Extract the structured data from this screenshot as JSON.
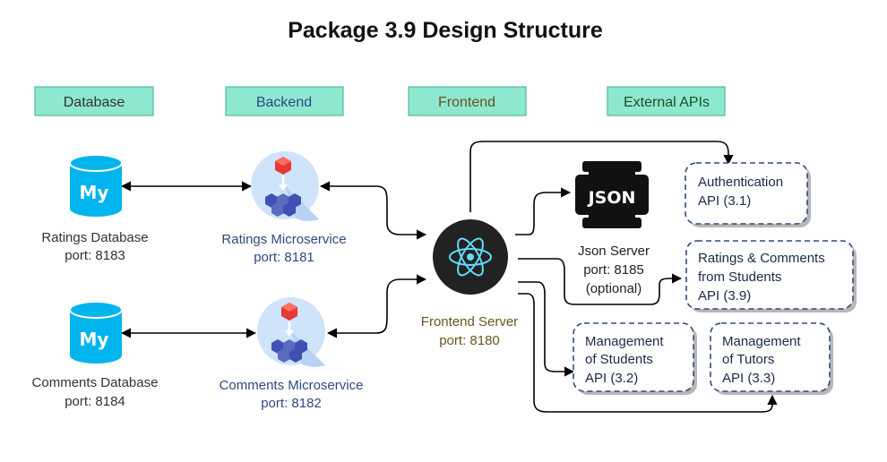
{
  "title": "Package 3.9 Design Structure",
  "headers": {
    "database": "Database",
    "backend": "Backend",
    "frontend": "Frontend",
    "external": "External APIs"
  },
  "colors": {
    "header_fill": "#8de8cf",
    "database_text": "#333333",
    "backend_text": "#2e4a7f",
    "frontend_text": "#6b5420",
    "external_text": "#1e4d2b",
    "mysql_blue": "#00b4ee",
    "react_bg": "#222222",
    "react_accent": "#61dafb",
    "microservice_circle": "#cfe3fb",
    "api_border": "#2f4a80"
  },
  "nodes": {
    "ratings_db": {
      "icon": "mysql-database-icon",
      "icon_text": "My",
      "line1": "Ratings Database",
      "line2": "port: 8183"
    },
    "comments_db": {
      "icon": "mysql-database-icon",
      "icon_text": "My",
      "line1": "Comments Database",
      "line2": "port: 8184"
    },
    "ratings_ms": {
      "icon": "microservice-icon",
      "line1": "Ratings Microservice",
      "line2": "port: 8181"
    },
    "comments_ms": {
      "icon": "microservice-icon",
      "line1": "Comments Microservice",
      "line2": "port: 8182"
    },
    "frontend": {
      "icon": "react-icon",
      "line1": "Frontend Server",
      "line2": "port: 8180"
    },
    "json_server": {
      "icon": "json-icon",
      "icon_text": "JSON",
      "line1": "Json Server",
      "line2": "port: 8185",
      "line3": "(optional)"
    }
  },
  "apis": {
    "auth": {
      "line1": "Authentication",
      "line2": "API (3.1)"
    },
    "ratings_comments": {
      "line1": "Ratings & Comments",
      "line2": "from Students",
      "line3": "API (3.9)"
    },
    "students": {
      "line1": "Management",
      "line2": "of Students",
      "line3": "API (3.2)"
    },
    "tutors": {
      "line1": "Management",
      "line2": "of Tutors",
      "line3": "API (3.3)"
    }
  }
}
